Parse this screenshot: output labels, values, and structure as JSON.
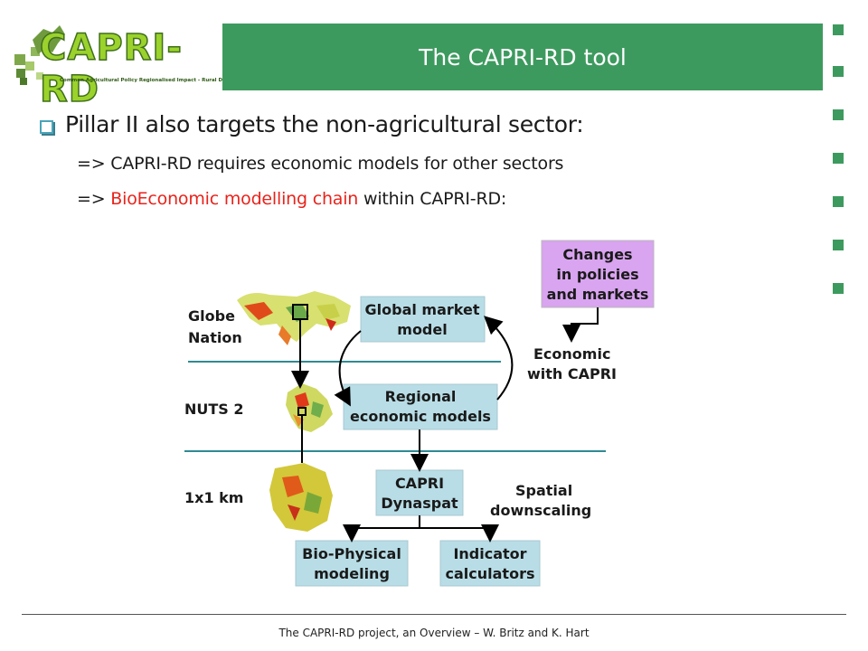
{
  "header": {
    "logo_text": "CAPRI-RD",
    "logo_subtitle": "Common Agricultural Policy Regionalised Impact - Rural Development",
    "title": "The CAPRI-RD tool"
  },
  "content": {
    "bullet": "Pillar II also targets the non-agricultural sector:",
    "line1": "=> CAPRI-RD requires economic models for other sectors",
    "line2_prefix": "=> ",
    "line2_highlight": "BioEconomic modelling chain",
    "line2_suffix": " within CAPRI-RD:"
  },
  "diagram": {
    "levels": {
      "globe": "Globe",
      "nation": "Nation",
      "nuts2": "NUTS 2",
      "km": "1x1 km"
    },
    "boxes": {
      "changes": [
        "Changes",
        "in policies",
        "and markets"
      ],
      "global_market": [
        "Global market",
        "model"
      ],
      "regional": [
        "Regional",
        "economic models"
      ],
      "capri_dynaspat": [
        "CAPRI",
        "Dynaspat"
      ],
      "biophysical": [
        "Bio-Physical",
        "modeling"
      ],
      "indicator": [
        "Indicator",
        "calculators"
      ]
    },
    "labels": {
      "economic": [
        "Economic",
        "with CAPRI"
      ],
      "spatial": [
        "Spatial",
        "downscaling"
      ]
    },
    "colors": {
      "box_fill": "#b8dde6",
      "changes_fill": "#d9a4f0",
      "separator": "#2f8a93"
    }
  },
  "footer": {
    "text": "The CAPRI-RD project, an Overview – W. Britz and K. Hart"
  }
}
